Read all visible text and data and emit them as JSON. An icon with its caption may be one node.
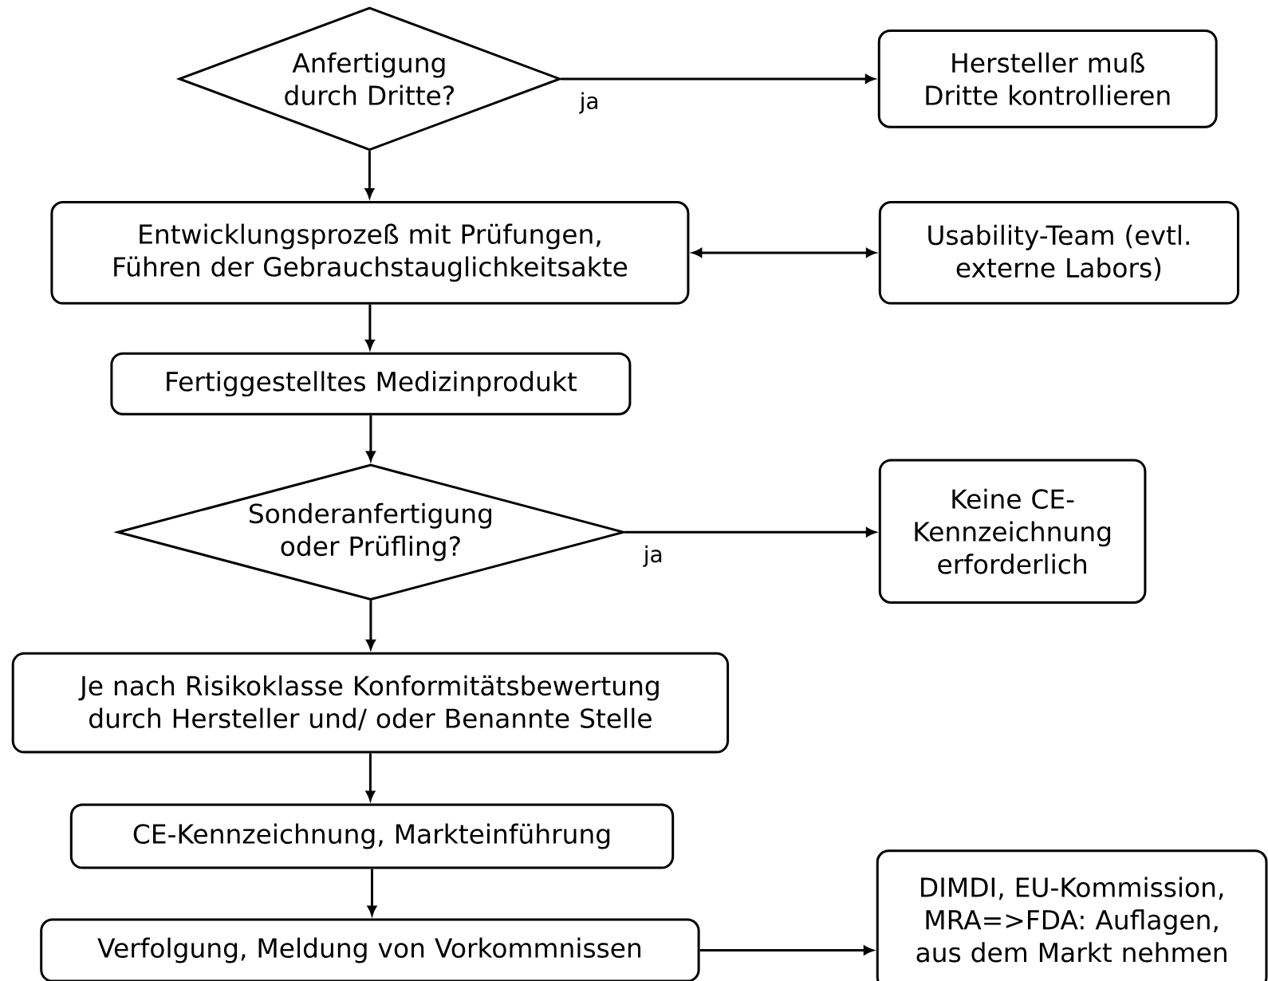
{
  "diagram": {
    "nodes": [
      {
        "text": [
          "Anfertigung durch Dritte?"
        ]
      },
      {
        "text": [
          "Hersteller muß Dritte kontrollieren"
        ]
      },
      {
        "text": [
          "Entwicklungsprozeß mit Prüfungen, Führen der Gebrauchstauglichkeitsakte"
        ]
      },
      {
        "text": [
          "Usability-Team (evtl. externe Labors)"
        ]
      },
      {
        "text": [
          "Fertiggestelltes Medizinprodukt"
        ]
      },
      {
        "text": [
          "Sonderanfertigung oder Prüfling?"
        ]
      },
      {
        "text": [
          "Keine CE-Kennzeichnung erforderlich"
        ]
      },
      {
        "text": [
          "Je nach Risikoklasse Konformitätsbewertung durch Hersteller und/ oder Benannte Stelle"
        ]
      },
      {
        "text": [
          "CE-Kennzeichnung, Markteinführung"
        ]
      },
      {
        "text": [
          "Verfolgung, Meldung von Vorkommnissen"
        ]
      },
      {
        "text": [
          "DIMDI, EU-Kommission, MRA=>FDA: Auflagen, aus dem Markt nehmen"
        ]
      }
    ],
    "edges": [
      {
        "from": 0,
        "to": 1,
        "arrow": "to",
        "label": "ja"
      },
      {
        "from": 0,
        "to": 2,
        "arrow": "to"
      },
      {
        "from": 2,
        "to": 3,
        "arrow": "both"
      },
      {
        "from": 2,
        "to": 4,
        "arrow": "to"
      },
      {
        "from": 4,
        "to": 5,
        "arrow": "to"
      },
      {
        "from": 5,
        "to": 6,
        "arrow": "to",
        "label": "ja"
      },
      {
        "from": 5,
        "to": 7,
        "arrow": "to"
      },
      {
        "from": 7,
        "to": 8,
        "arrow": "to"
      },
      {
        "from": 8,
        "to": 9,
        "arrow": "to"
      },
      {
        "from": 9,
        "to": 10,
        "arrow": "to"
      }
    ]
  }
}
